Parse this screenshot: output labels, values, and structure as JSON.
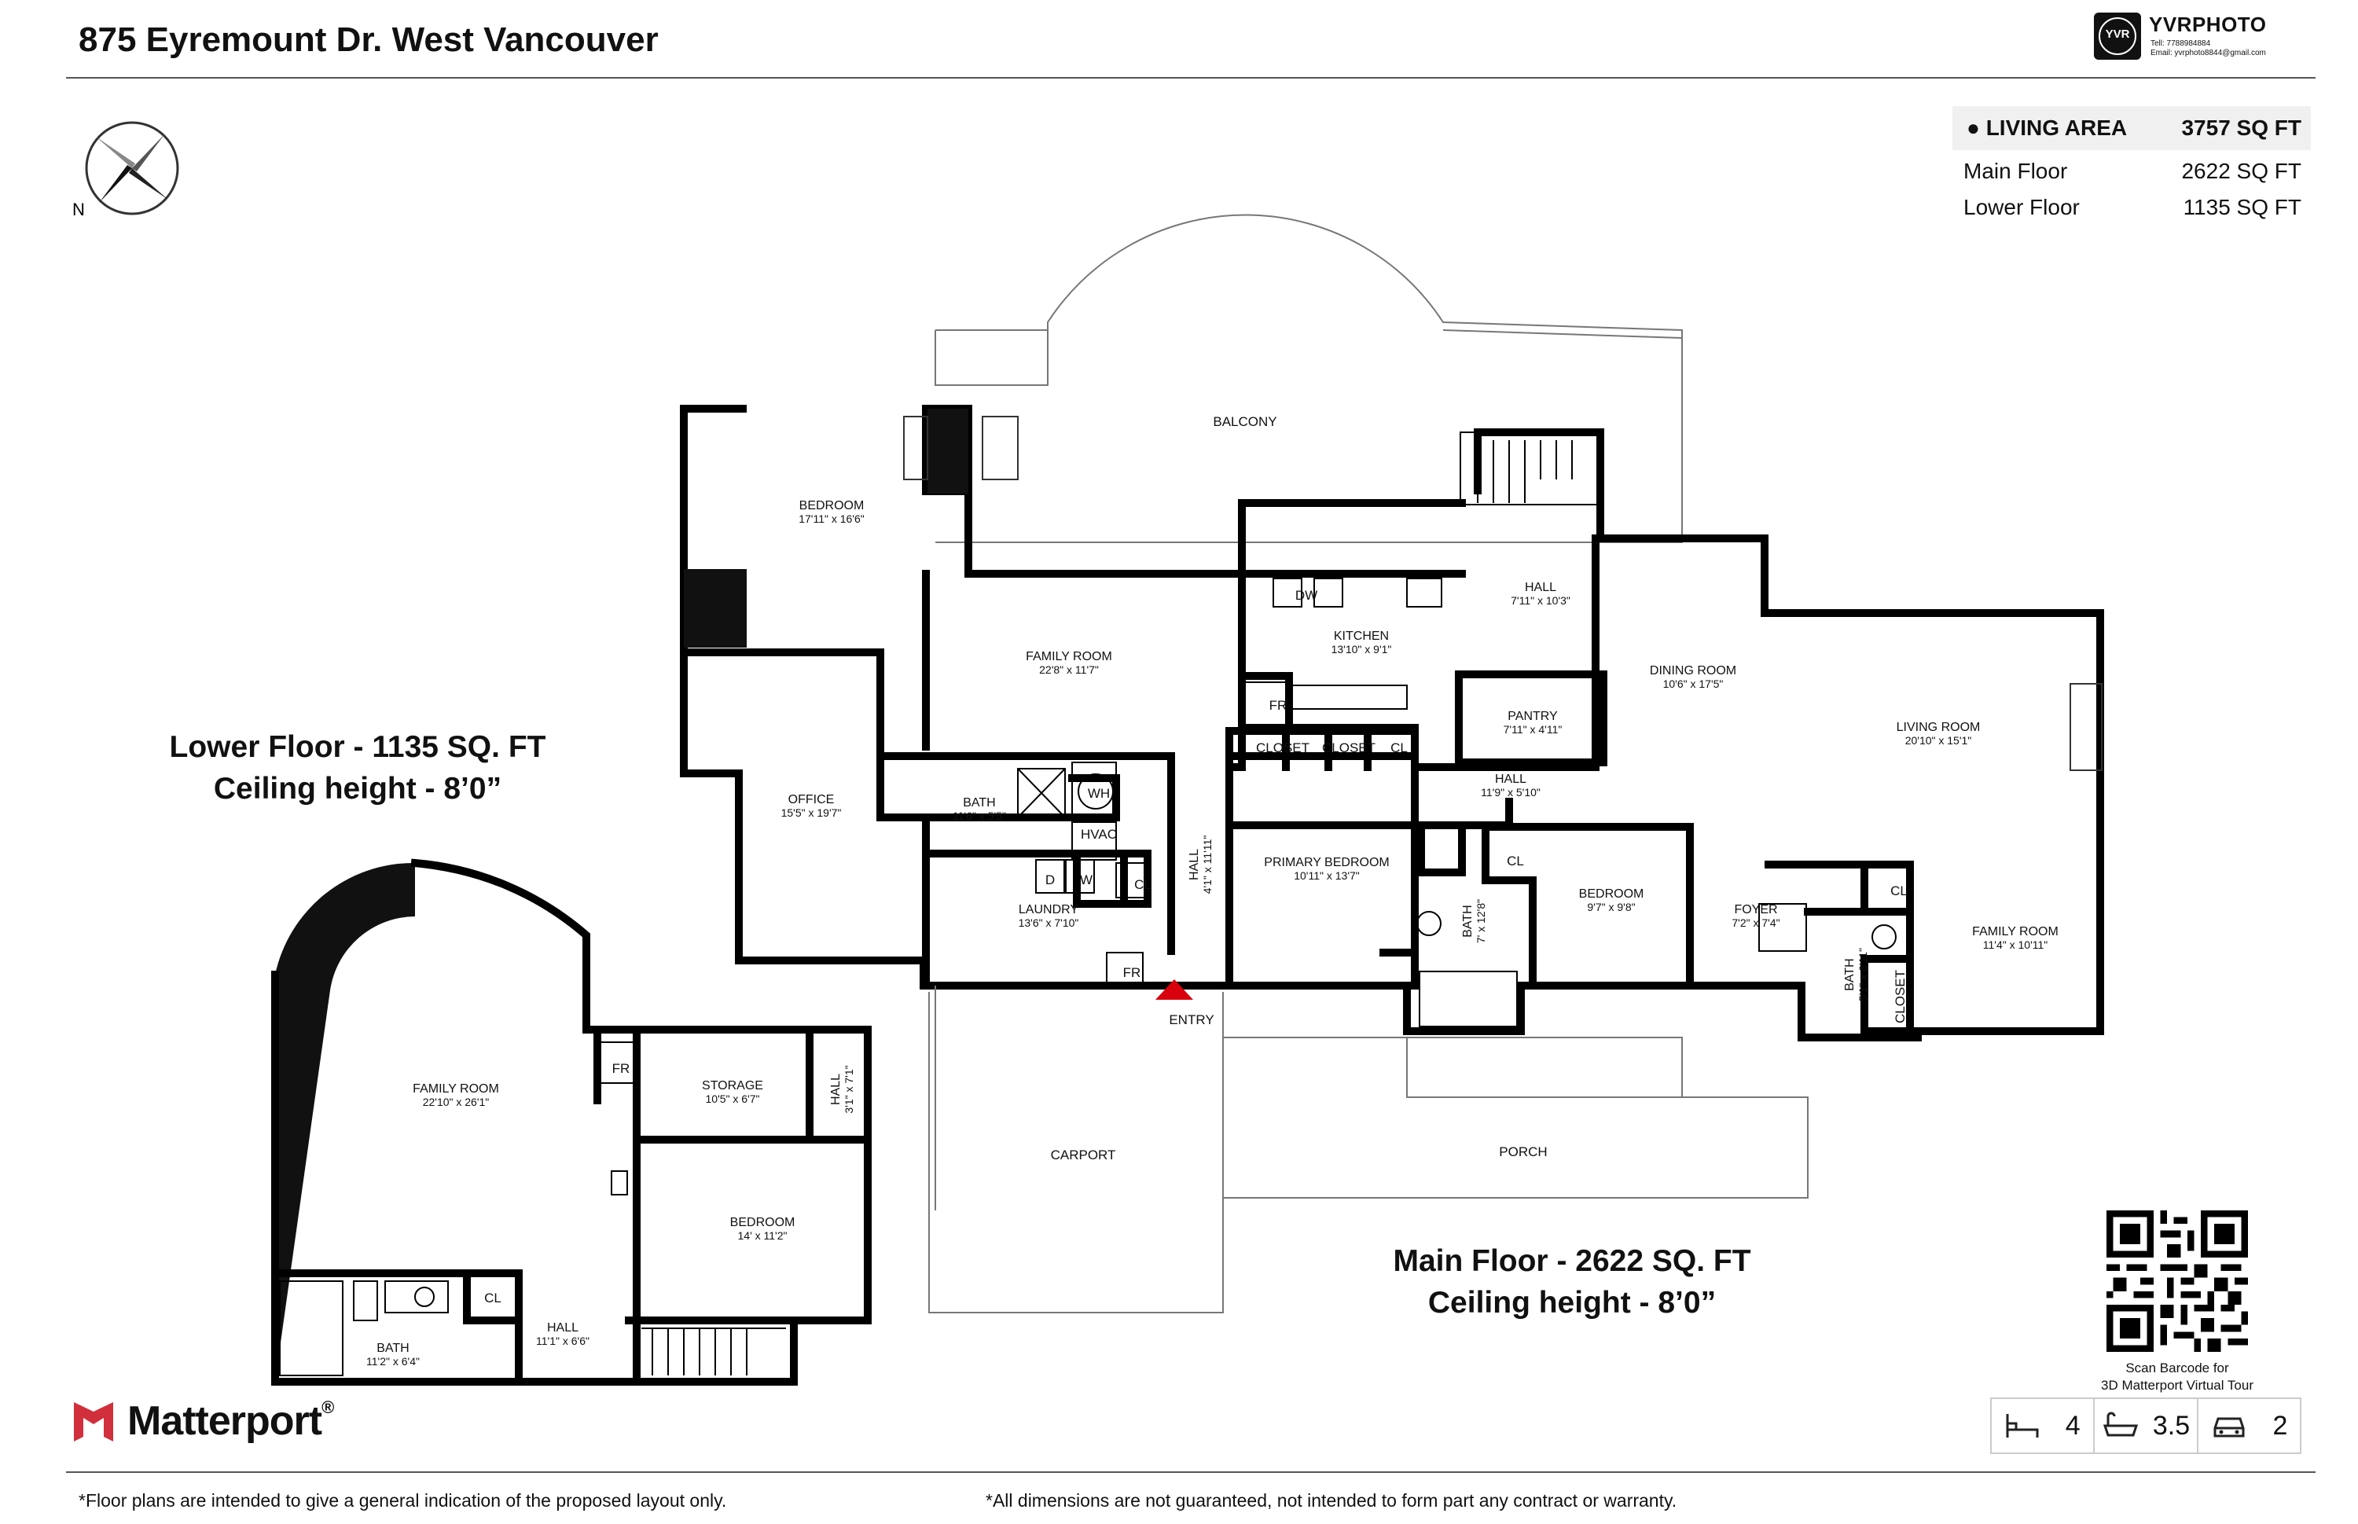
{
  "header": {
    "title": "875 Eyremount Dr. West Vancouver",
    "logo": {
      "badge": "YVR",
      "brand": "YVRPHOTO",
      "tel": "Tell: 7788984884",
      "email": "Email: yvrphoto8844@gmail.com"
    }
  },
  "living_area": {
    "label": "LIVING AREA",
    "total": "3757 SQ FT",
    "rows": [
      {
        "name": "Main Floor",
        "value": "2622 SQ FT"
      },
      {
        "name": "Lower Floor",
        "value": "1135 SQ FT"
      }
    ]
  },
  "lower_floor": {
    "caption_line1": "Lower Floor - 1135 SQ. FT",
    "caption_line2": "Ceiling height - 8’0”",
    "rooms": {
      "family": {
        "name": "FAMILY ROOM",
        "dim": "22'10\" x 26'1\""
      },
      "storage": {
        "name": "STORAGE",
        "dim": "10'5\" x 6'7\""
      },
      "hall_v": {
        "name": "HALL",
        "dim": "3'1\" x 7'1\""
      },
      "bedroom": {
        "name": "BEDROOM",
        "dim": "14' x 11'2\""
      },
      "bath": {
        "name": "BATH",
        "dim": "11'2\" x 6'4\""
      },
      "hall": {
        "name": "HALL",
        "dim": "11'1\" x 6'6\""
      },
      "fr": "FR",
      "cl": "CL"
    }
  },
  "main_floor": {
    "caption_line1": "Main Floor - 2622 SQ. FT",
    "caption_line2": "Ceiling height - 8’0”",
    "rooms": {
      "balcony": "BALCONY",
      "bedroom1": {
        "name": "BEDROOM",
        "dim": "17'11\" x 16'6\""
      },
      "family": {
        "name": "FAMILY ROOM",
        "dim": "22'8\" x 11'7\""
      },
      "office": {
        "name": "OFFICE",
        "dim": "15'5\" x 19'7\""
      },
      "bath": {
        "name": "BATH",
        "dim": "11'6\" x 5'5\""
      },
      "laundry": {
        "name": "LAUNDRY",
        "dim": "13'6\" x 7'10\""
      },
      "hall_v": {
        "name": "HALL",
        "dim": "4'1\" x 11'11\""
      },
      "kitchen": {
        "name": "KITCHEN",
        "dim": "13'10\" x 9'1\""
      },
      "hall_top": {
        "name": "HALL",
        "dim": "7'11\" x 10'3\""
      },
      "pantry": {
        "name": "PANTRY",
        "dim": "7'11\" x 4'11\""
      },
      "dining": {
        "name": "DINING ROOM",
        "dim": "10'6\" x 17'5\""
      },
      "living": {
        "name": "LIVING ROOM",
        "dim": "20'10\" x 15'1\""
      },
      "hall_mid": {
        "name": "HALL",
        "dim": "11'9\" x 5'10\""
      },
      "primary": {
        "name": "PRIMARY BEDROOM",
        "dim": "10'11\" x 13'7\""
      },
      "bath2": {
        "name": "BATH",
        "dim": "7' x 12'8\""
      },
      "bedroom2": {
        "name": "BEDROOM",
        "dim": "9'7\" x 9'8\""
      },
      "foyer": {
        "name": "FOYER",
        "dim": "7'2\" x 7'4\""
      },
      "bath3": {
        "name": "BATH",
        "dim": "5'1\" x 6'11\""
      },
      "family2": {
        "name": "FAMILY ROOM",
        "dim": "11'4\" x 10'11\""
      },
      "carport": "CARPORT",
      "porch": "PORCH",
      "entry": "ENTRY",
      "dw": "DW",
      "fr": "FR",
      "closet": "CLOSET",
      "cl": "CL",
      "wh": "WH",
      "hvac": "HVAC",
      "d": "D",
      "w": "W"
    }
  },
  "qr": {
    "caption_line1": "Scan Barcode for",
    "caption_line2": "3D Matterport Virtual Tour"
  },
  "stats": {
    "beds": "4",
    "baths": "3.5",
    "garage": "2"
  },
  "brand": {
    "name": "Matterport",
    "mark": "®"
  },
  "footer": {
    "left": "*Floor plans are intended to give a general indication of the proposed layout only.",
    "right": "*All dimensions are not guaranteed, not intended to form part any contract or warranty."
  },
  "colors": {
    "accent_red": "#d0342c",
    "entry_red": "#d9000d",
    "matterport_red": "#d22f3c"
  }
}
